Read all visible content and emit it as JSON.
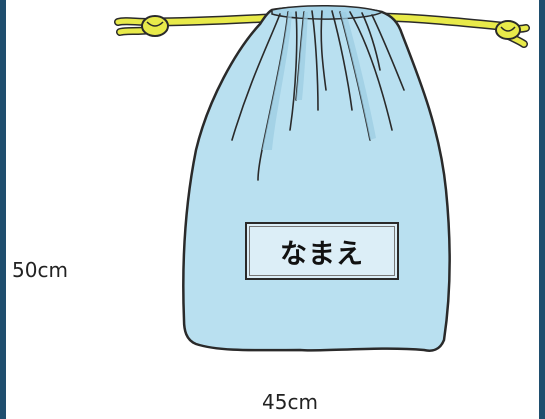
{
  "bag": {
    "name_tag": "なまえ",
    "height_label": "50cm",
    "width_label": "45cm",
    "colors": {
      "fabric": "#b9e0f0",
      "fabric_shadow": "#9ccde3",
      "cord": "#e8ea4a",
      "outline": "#2a2a2a",
      "frame": "#1f4e6e"
    }
  }
}
